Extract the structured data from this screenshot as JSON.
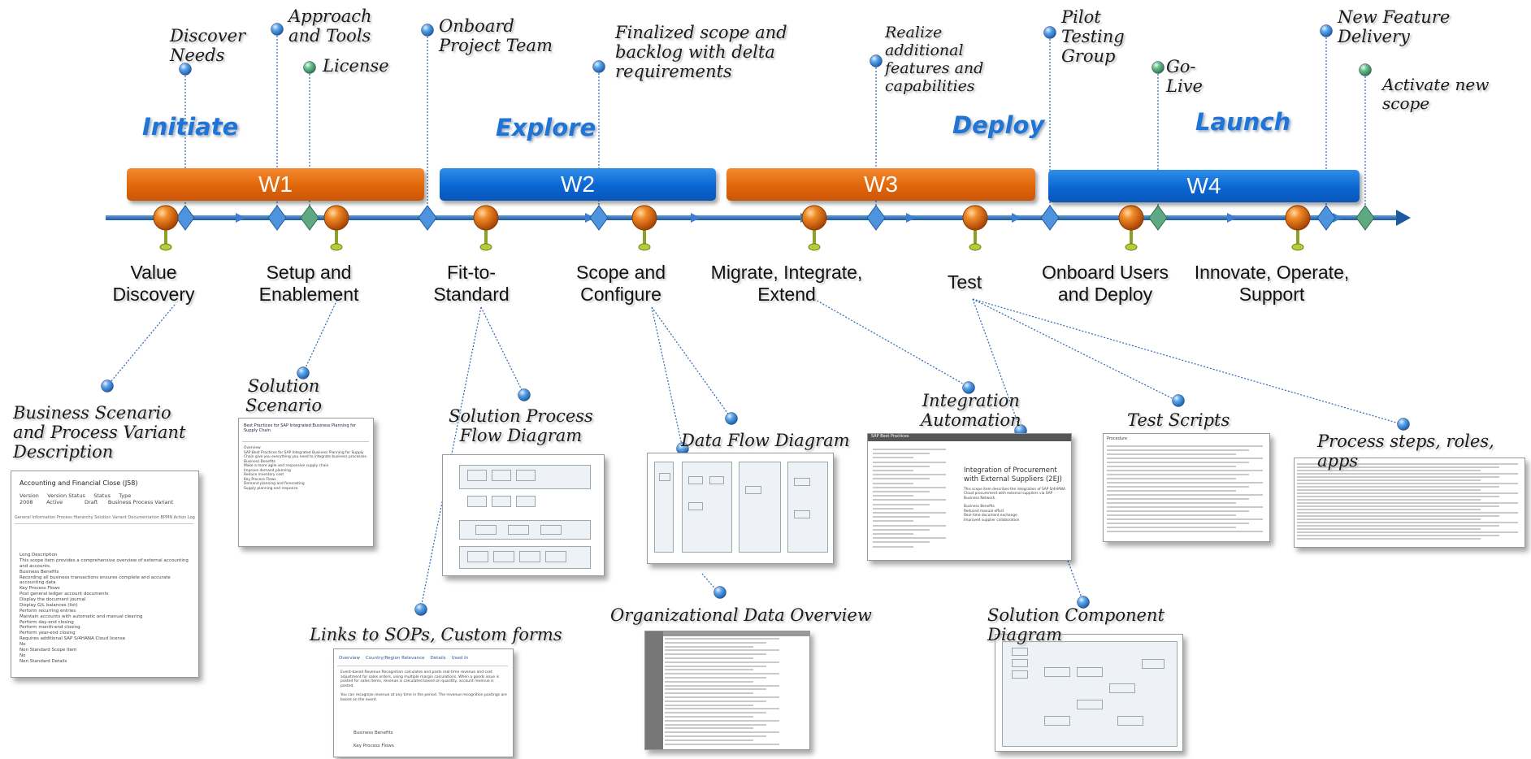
{
  "colors": {
    "orange": "#e2660a",
    "blue": "#0a66d4",
    "phase_text": "#1f74d6",
    "axis": "#2e6fb5",
    "dotted_line": "#2a66b8"
  },
  "phases": [
    "Initiate",
    "Explore",
    "Deploy",
    "Launch"
  ],
  "waves": [
    {
      "label": "W1",
      "color": "orange"
    },
    {
      "label": "W2",
      "color": "blue"
    },
    {
      "label": "W3",
      "color": "orange"
    },
    {
      "label": "W4",
      "color": "blue"
    }
  ],
  "milestones": [
    "Discover\nNeeds",
    "Approach\nand Tools",
    "License",
    "Onboard\nProject Team",
    "Finalized scope and\nbacklog with delta\nrequirements",
    "Realize\nadditional\nfeatures and\ncapabilities",
    "Pilot\nTesting\nGroup",
    "Go-\nLive",
    "New Feature\nDelivery",
    "Activate new\nscope"
  ],
  "steps": [
    "Value\nDiscovery",
    "Setup and\nEnablement",
    "Fit-to-\nStandard",
    "Scope and\nConfigure",
    "Migrate, Integrate,\nExtend",
    "Test",
    "Onboard Users\nand Deploy",
    "Innovate, Operate,\nSupport"
  ],
  "deliverables": [
    "Business Scenario\nand Process Variant\nDescription",
    "Solution\nScenario",
    "Solution Process\nFlow Diagram",
    "Links to SOPs, Custom forms",
    "Data Flow Diagram",
    "Organizational Data Overview",
    "Integration\nAutomation",
    "Solution Component\nDiagram",
    "Test Scripts",
    "Process steps, roles,\napps"
  ],
  "thumbnail_text": {
    "bsd": {
      "title": "Accounting and Financial Close (J58)",
      "fields": "Version     Version Status     Status     Type\n2008        Active             Draft      Business Process Variant",
      "tabs": "General Information   Process Hierarchy   Solution Variant   Documentation   BPMN   Action Log",
      "body": "Long Description\nThis scope item provides a comprehensive overview of external accounting and accounts.\nBusiness Benefits\n  Recording all business transactions ensures complete and accurate accounting data\nKey Process Flows\n  Post general ledger account documents\n  Display the document journal\n  Display G/L balances (list)\n  Perform recurring entries\n  Maintain accounts with automatic and manual clearing\n  Perform day-end closing\n  Perform month-end closing\n  Perform year-end closing\nRequires additional SAP S/4HANA Cloud license\nNo\nNon Standard Scope Item\nNo\nNon Standard Details"
    },
    "scenario": {
      "title": "Best Practices for SAP Integrated Business Planning for Supply Chain",
      "body": "Overview\nSAP Best Practices for SAP Integrated Business Planning for Supply Chain give you everything you need to integrate business processes.\nBusiness Benefits\n  Make a more agile and responsive supply chain\n  Improve demand planning\n  Reduce inventory cost\nKey Process Flows\n  Demand planning and forecasting\n  Supply planning and response"
    },
    "sop": {
      "tabs": "Overview    Country/Region Relevance    Details    Used In",
      "body": "Event-based Revenue Recognition calculates and posts real-time revenue and cost adjustment for sales orders, using multiple margin calculations. When a goods issue is posted for sales items, revenue is calculated based on quantity, account revenue is posted.\n\nYou can recognize revenue at any time in the period. The revenue recognition postings are based on the event.",
      "item1": "Business Benefits",
      "item2": "Key Process Flows"
    },
    "integration": {
      "header": "SAP Best Practices",
      "heading": "Integration of Procurement with External Suppliers (2EJ)",
      "body": "This scope item describes the integration of SAP S/4HANA Cloud procurement with external suppliers via SAP Business Network.\n\nBusiness Benefits\n  Reduced manual effort\n  Real-time document exchange\n  Improved supplier collaboration"
    },
    "test": {
      "header": "Procedure"
    }
  }
}
